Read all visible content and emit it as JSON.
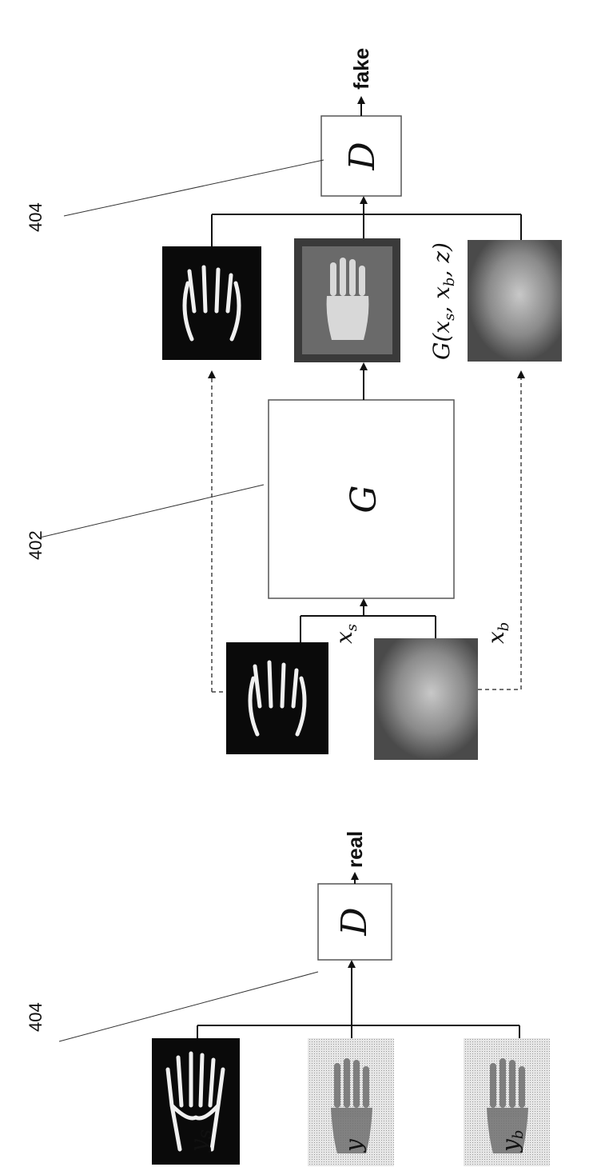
{
  "refs": {
    "left_d": "404",
    "g_block": "402",
    "right_d": "404"
  },
  "blocks": {
    "discriminator": "D",
    "generator": "G"
  },
  "outputs": {
    "real": "real",
    "fake": "fake"
  },
  "vars": {
    "ys": "y",
    "ys_sub": "s",
    "y": "y",
    "yb": "y",
    "yb_sub": "b",
    "xs": "x",
    "xs_sub": "s",
    "xb": "x",
    "xb_sub": "b",
    "gen_output": "G(x",
    "gen_output_sub1": "s",
    "gen_output_mid": ", x",
    "gen_output_sub2": "b",
    "gen_output_end": ", z)"
  }
}
